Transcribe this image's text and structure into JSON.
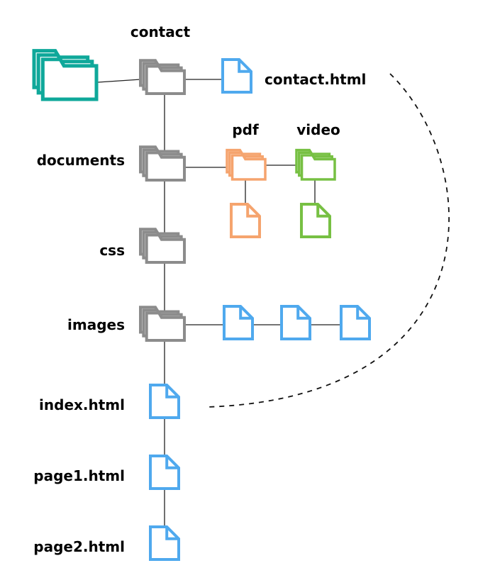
{
  "colors": {
    "root_folder": "#0fa89a",
    "folder": "#8c8c8c",
    "html_file": "#4fa9ee",
    "pdf": "#f5a46e",
    "video": "#77c043",
    "line": "#222222",
    "arc": "#111111"
  },
  "nodes": {
    "root_folder": {
      "icon": "folder-icon"
    },
    "contact": {
      "label": "contact",
      "icon": "folder-icon"
    },
    "contact_html": {
      "label": "contact.html",
      "icon": "file-icon"
    },
    "documents": {
      "label": "documents",
      "icon": "folder-icon"
    },
    "pdf": {
      "label": "pdf",
      "icon": "folder-icon"
    },
    "video": {
      "label": "video",
      "icon": "folder-icon"
    },
    "pdf_file": {
      "icon": "file-icon"
    },
    "video_file": {
      "icon": "file-icon"
    },
    "css": {
      "label": "css",
      "icon": "folder-icon"
    },
    "images": {
      "label": "images",
      "icon": "folder-icon"
    },
    "image_files": [
      {
        "icon": "file-icon"
      },
      {
        "icon": "file-icon"
      },
      {
        "icon": "file-icon"
      }
    ],
    "index_html": {
      "label": "index.html",
      "icon": "file-icon"
    },
    "page1_html": {
      "label": "page1.html",
      "icon": "file-icon"
    },
    "page2_html": {
      "label": "page2.html",
      "icon": "file-icon"
    }
  },
  "connector": {
    "style": "dashed-arc",
    "from": "contact_html",
    "to": "index_html"
  }
}
